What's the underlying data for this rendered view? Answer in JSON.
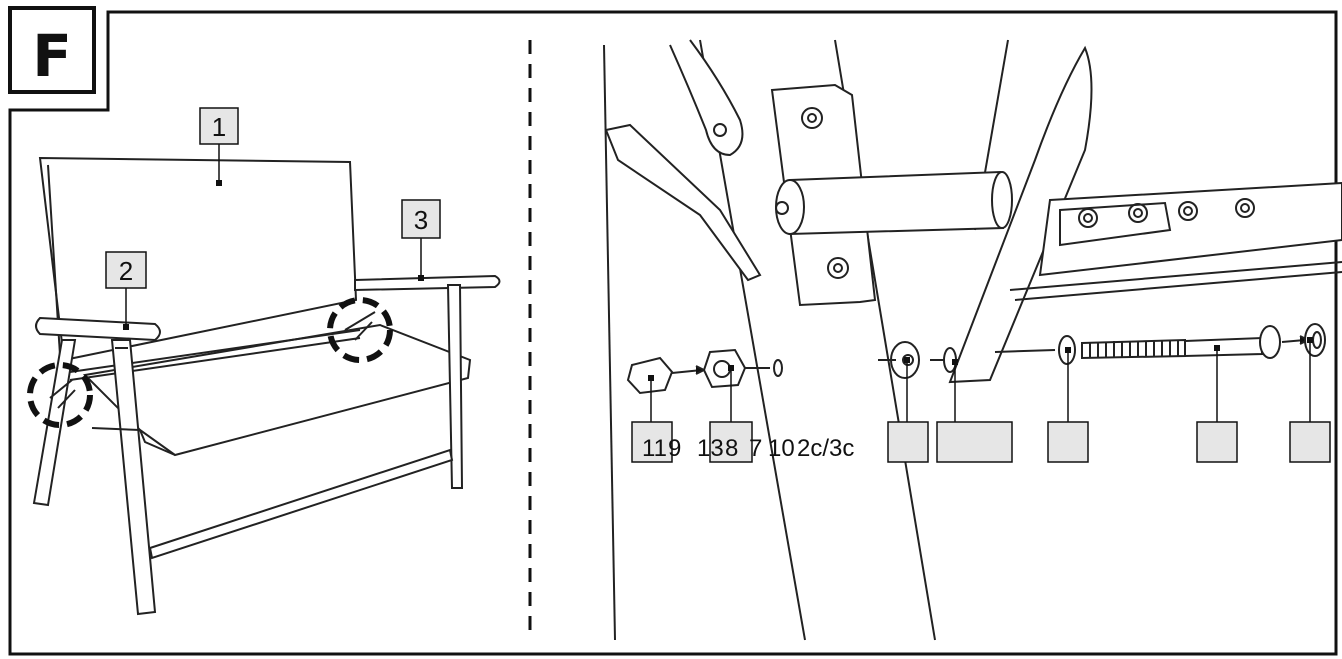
{
  "step": {
    "letter": "F"
  },
  "overview_callouts": [
    "1",
    "2",
    "3"
  ],
  "detail_part_numbers": [
    "11",
    "9",
    "13",
    "8",
    "7",
    "10",
    "2c/3c"
  ],
  "detail_empty_boxes": 5
}
